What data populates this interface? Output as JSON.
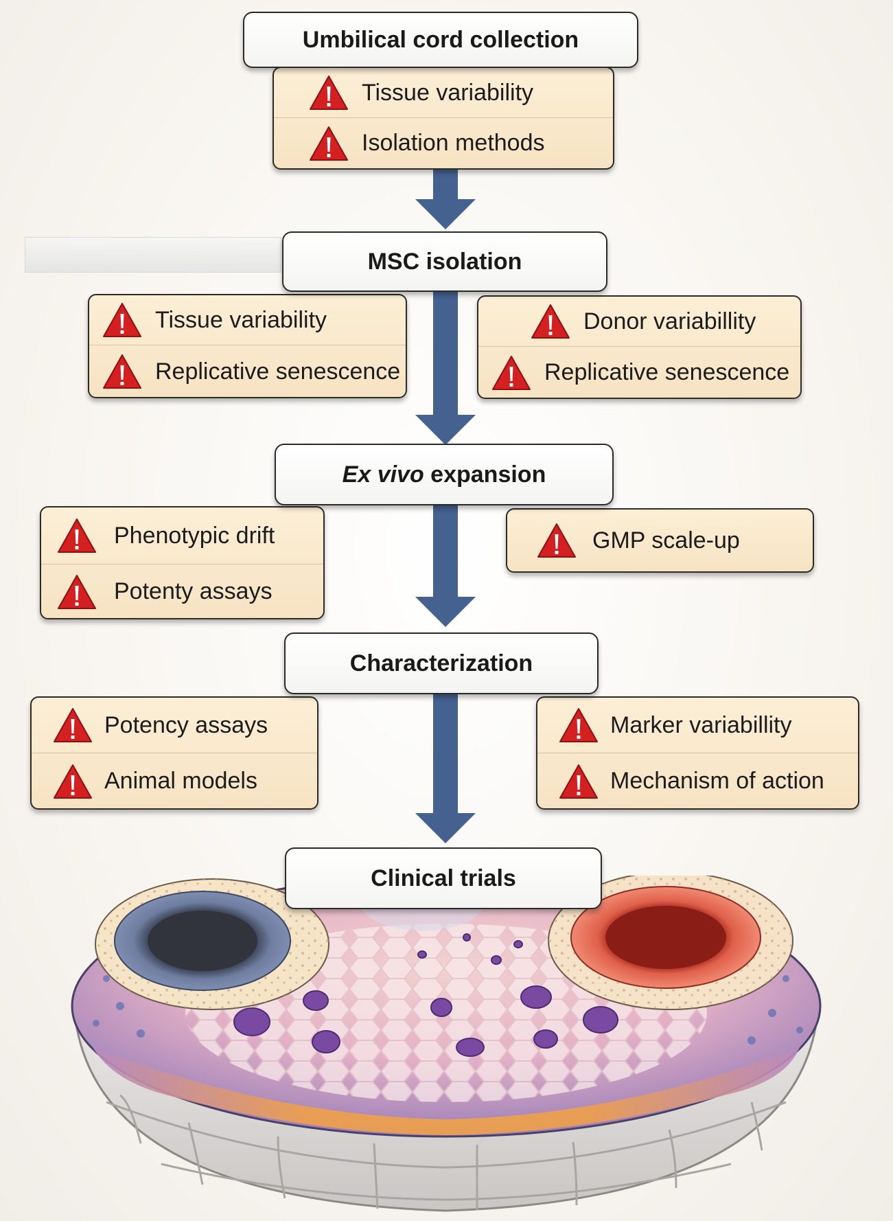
{
  "steps": {
    "collection": "Umbilical cord collection",
    "isolation": "MSC isolation",
    "expansion_italic": "Ex vivo",
    "expansion_rest": " expansion",
    "characterization": "Characterization",
    "clinical": "Clinical trials"
  },
  "challenges": {
    "collection": [
      "Tissue variability",
      "Isolation methods"
    ],
    "isolation_left": [
      "Tissue variability",
      "Replicative senescence"
    ],
    "isolation_right": [
      "Donor variabillity",
      "Replicative senescence"
    ],
    "expansion_left": [
      "Phenotypic drift",
      "Potenty assays"
    ],
    "expansion_right": [
      "GMP scale-up"
    ],
    "characterization_left": [
      "Potency assays",
      "Animal models"
    ],
    "characterization_right": [
      "Marker variabillity",
      "Mechanism of action"
    ]
  },
  "icons": {
    "warning": "warning-triangle-icon"
  },
  "colors": {
    "arrow": "#44618f",
    "warning": "#d42020",
    "challenge_bg": "#f9e9cf"
  }
}
